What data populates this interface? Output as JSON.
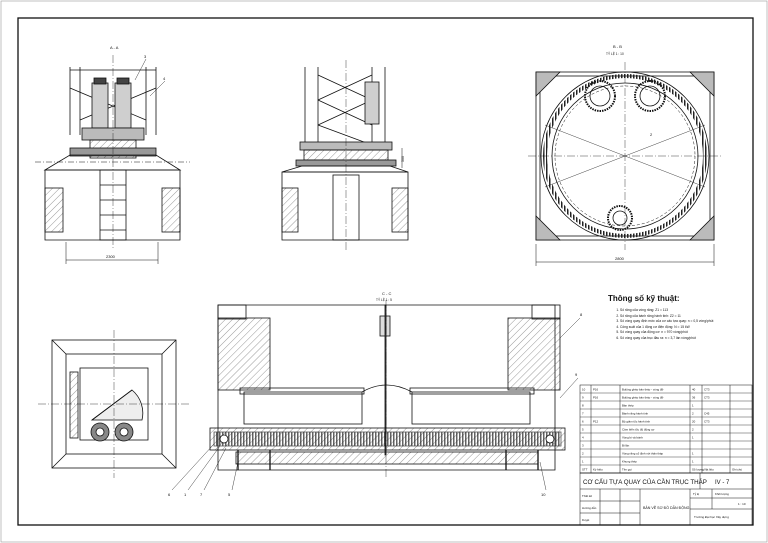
{
  "labels": {
    "section_aa": "A - A",
    "section_bb": "B - B",
    "section_bb_scale": "TỶ LỆ 1 : 10",
    "section_cc": "C - C",
    "section_cc_scale": "TỶ LỆ 1 : 5",
    "dim_left_width": "2300",
    "dim_right_width": "2800",
    "dim_height": "500"
  },
  "callouts": [
    "1",
    "2",
    "3",
    "4",
    "5",
    "6",
    "7",
    "8",
    "9",
    "10"
  ],
  "specs": {
    "title": "Thông số kỹ thuật:",
    "items": [
      "Số răng của vòng răng: Z1 = 113",
      "Số răng của bánh răng hành tinh: Z2 = 11",
      "Số vòng quay định mức của cơ cấu tựa quay: n = 0,5 vòng/phút",
      "Công suất của 1 động cơ điện động: N = 15 kW",
      "Số vòng quay của động cơ: n = 970 vòng/phút",
      "Số vòng quay của trục đầu ra: n = 3,7 lần vòng/phút"
    ]
  },
  "parts_table": {
    "headers": [
      "STT",
      "Ký hiệu",
      "Tên gọi",
      "Số lượng",
      "Vật liệu",
      "Ghi chú"
    ],
    "rows": [
      [
        "10",
        "P16",
        "Bulông ghép bản thép - vòng đỡ",
        "40",
        "CT3",
        ""
      ],
      [
        "9",
        "P16",
        "Bulông ghép bản thép - vòng đỡ",
        "36",
        "CT3",
        ""
      ],
      [
        "8",
        "",
        "Bản thép",
        "1",
        "",
        ""
      ],
      [
        "7",
        "",
        "Bánh răng hành tinh",
        "2",
        "C45",
        ""
      ],
      [
        "6",
        "P12",
        "Bộ giảm tốc hành tinh",
        "20",
        "CT3",
        ""
      ],
      [
        "5",
        "",
        "Cảm biến tốc độ động cơ",
        "2",
        "",
        ""
      ],
      [
        "4",
        "",
        "Vòng bi và bánh",
        "1",
        "",
        ""
      ],
      [
        "3",
        "",
        "Bi lăn",
        "",
        "",
        ""
      ],
      [
        "2",
        "",
        "Vòng răng cố định với thân tháp",
        "1",
        "",
        ""
      ],
      [
        "1",
        "",
        "Khung thép",
        "1",
        "",
        ""
      ]
    ]
  },
  "title_block": {
    "title": "CƠ CẤU TỰA QUAY CỦA CẦN TRỤC THÁP",
    "code": "IV - 7",
    "subtitle": "BẢN VẼ SƠ ĐỒ DẪN ĐỘNG",
    "scale": "1 : 10",
    "school": "Trường Đại học Xây dựng",
    "role_labels": [
      "Thiết kế",
      "Hướng dẫn",
      "Duyệt"
    ],
    "header_labels": [
      "Tỷ lệ",
      "Khối lượng"
    ]
  }
}
